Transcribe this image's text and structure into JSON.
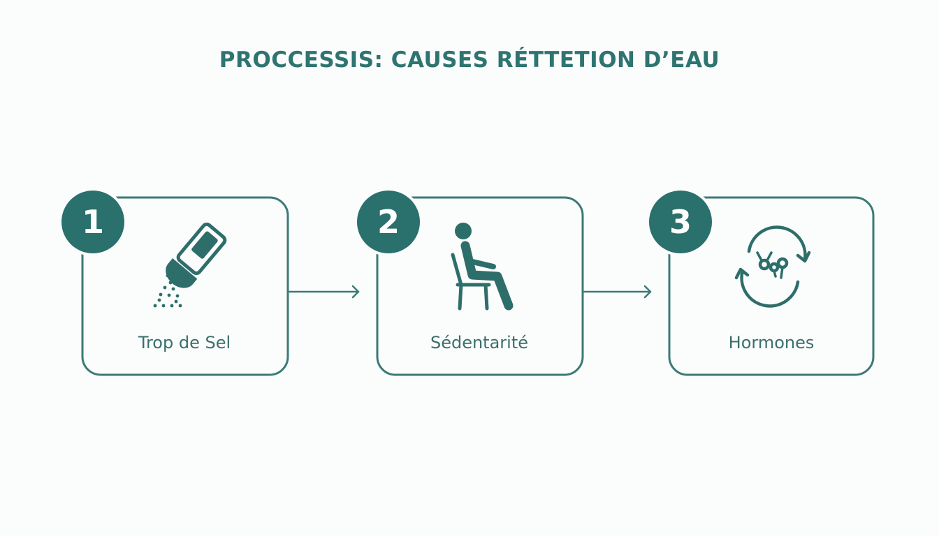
{
  "title": "PROCCESSIS: CAUSES RÉTTETION D’EAU",
  "colors": {
    "accent": "#2e7470",
    "stroke": "#3b7a76",
    "background": "#fbfcfc"
  },
  "steps": [
    {
      "number": "1",
      "label": "Trop de Sel",
      "icon": "salt-shaker-icon"
    },
    {
      "number": "2",
      "label": "Sédentarité",
      "icon": "seated-person-icon"
    },
    {
      "number": "3",
      "label": "Hormones",
      "icon": "hormone-cycle-icon"
    }
  ]
}
